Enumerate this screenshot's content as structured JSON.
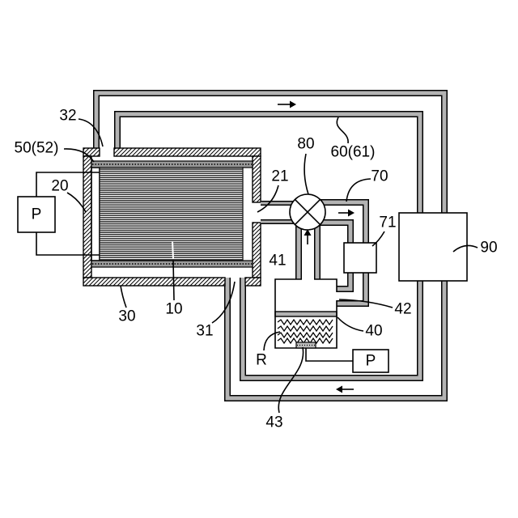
{
  "labels": {
    "ref_32": "32",
    "ref_50_52": "50(52)",
    "ref_20": "20",
    "pump_left": "P",
    "ref_30": "30",
    "ref_10": "10",
    "ref_31": "31",
    "ref_21": "21",
    "ref_80": "80",
    "ref_60_61": "60(61)",
    "ref_70": "70",
    "ref_71": "71",
    "ref_90": "90",
    "ref_41": "41",
    "ref_42": "42",
    "ref_40": "40",
    "ref_R": "R",
    "pump_right": "P",
    "ref_43": "43"
  },
  "colors": {
    "wall_fill": "#b3b3b3",
    "ink": "#000000",
    "background": "#ffffff"
  }
}
